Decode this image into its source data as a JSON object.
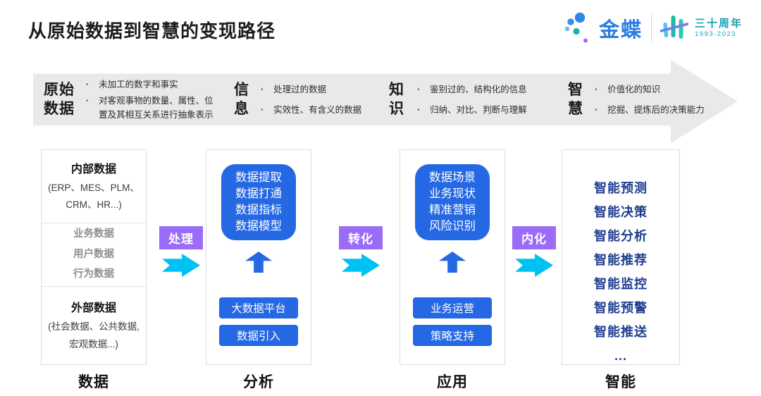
{
  "title": "从原始数据到智慧的变现路径",
  "logo": {
    "brand": "金蝶",
    "anniversary": "三十周年",
    "years": "1993-2023"
  },
  "banner": {
    "sections": [
      {
        "heading": "原始\n数据",
        "bullets": [
          "未加工的数字和事实",
          "对客观事物的数量、属性、位置及其相互关系进行抽象表示"
        ]
      },
      {
        "heading": "信\n息",
        "bullets": [
          "处理过的数据",
          "实效性、有含义的数据"
        ]
      },
      {
        "heading": "知\n识",
        "bullets": [
          "鉴别过的、结构化的信息",
          "归纳、对比、判断与理解"
        ]
      },
      {
        "heading": "智\n慧",
        "bullets": [
          "价值化的知识",
          "挖掘、提炼后的决策能力"
        ]
      }
    ]
  },
  "columns": [
    {
      "internal": {
        "title": "内部数据",
        "subtitle": "(ERP、MES、PLM、\nCRM、HR...)"
      },
      "middle": [
        "业务数据",
        "用户数据",
        "行为数据"
      ],
      "external": {
        "title": "外部数据",
        "subtitle": "(社会数据、公共数据,\n宏观数据...)"
      }
    },
    {
      "box": "数据提取\n数据打通\n数据指标\n数据模型",
      "buttons": [
        "大数据平台",
        "数据引入"
      ]
    },
    {
      "box": "数据场景\n业务现状\n精准营销\n风险识别",
      "buttons": [
        "业务运营",
        "策略支持"
      ]
    },
    {
      "items": [
        "智能预测",
        "智能决策",
        "智能分析",
        "智能推荐",
        "智能监控",
        "智能预警",
        "智能推送",
        "..."
      ]
    }
  ],
  "flow_labels": [
    "处理",
    "转化",
    "内化"
  ],
  "stages": [
    "数据",
    "分析",
    "应用",
    "智能"
  ],
  "colors": {
    "primary_blue": "#2468e3",
    "navy_text": "#1d3d8f",
    "cyan_arrow": "#00c2f2",
    "purple_label": "#9a6cf7",
    "banner_gray": "#e9e9e9",
    "brand_blue": "#2a7de2",
    "anniversary_teal": "#17a3b2"
  }
}
